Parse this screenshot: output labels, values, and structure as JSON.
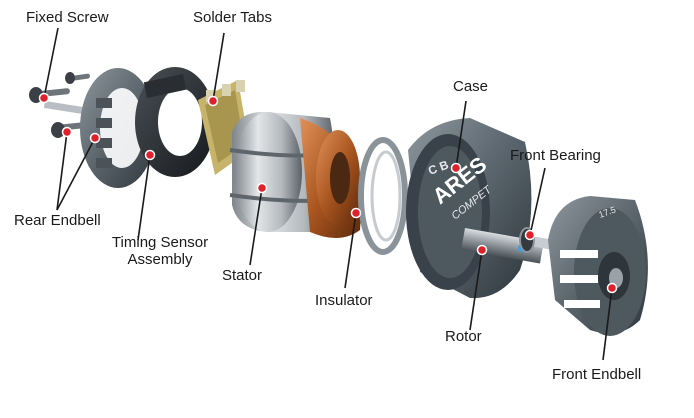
{
  "labels": {
    "fixed_screw": "Fixed Screw",
    "solder_tabs": "Solder Tabs",
    "case": "Case",
    "front_bearing": "Front Bearing",
    "rear_endbell": "Rear Endbell",
    "timing_sensor_line1": "Timing Sensor",
    "timing_sensor_line2": "Assembly",
    "stator": "Stator",
    "insulator": "Insulator",
    "rotor": "Rotor",
    "front_endbell": "Front Endbell"
  },
  "case_print": {
    "brand": "ARES",
    "sub": "COMPET",
    "letters": "C B",
    "endbell_mark": "17.5"
  },
  "colors": {
    "callout_dot": "#e0202a",
    "leader_line": "#1a1a1a",
    "case_body": "#5d6870",
    "copper": "#b8642a",
    "stator_steel": "#b9bec2",
    "dark_plastic": "#2b2f33"
  }
}
